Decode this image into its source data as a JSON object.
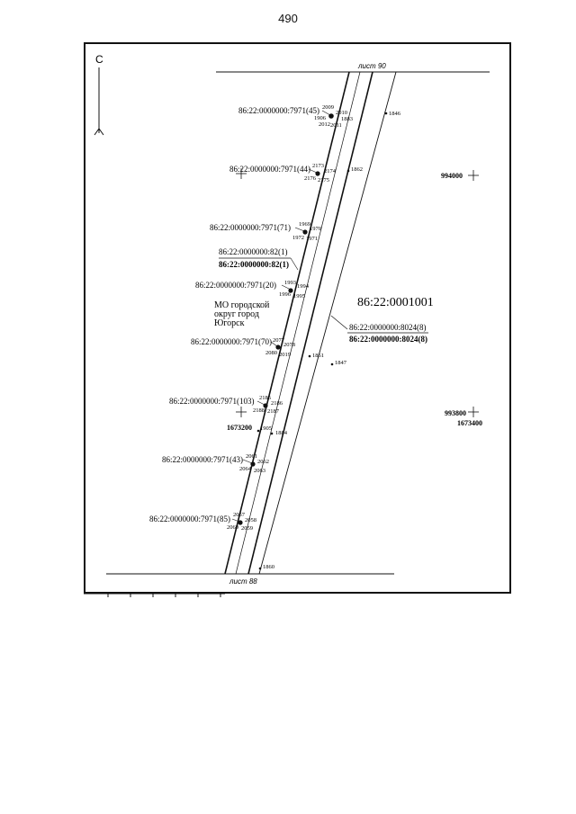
{
  "page_number": "490",
  "north": "С",
  "sheet_top": "лист 90",
  "sheet_bottom": "лист 88",
  "block_number": "86:22:0001001",
  "municipality": [
    "МО городской",
    "округ город",
    "Югорск"
  ],
  "parcels": [
    "86:22:0000000:7971(45)",
    "86:22:0000000:7971(44)",
    "86:22:0000000:7971(71)",
    "86:22:0000000:7971(20)",
    "86:22:0000000:7971(70)",
    "86:22:0000000:7971(103)",
    "86:22:0000000:7971(43)",
    "86:22:0000000:7971(85)"
  ],
  "parcel_82": {
    "top": "86:22:0000000:82(1)",
    "bottom": "86:22:0000000:82(1)"
  },
  "parcel_8024": {
    "top": "86:22:0000000:8024(8)",
    "bottom": "86:22:0000000:8024(8)"
  },
  "coords": {
    "c994000": "994000",
    "c993800": "993800",
    "c1673400": "1673400",
    "c1673200": "1673200"
  },
  "points": {
    "p2009": "2009",
    "p2010": "2010",
    "p1906": "1906",
    "p1883": "1883",
    "p2012": "2012",
    "p2011": "2011",
    "p1846": "1846",
    "p2173": "2173",
    "p2174": "2174",
    "p2176": "2176",
    "p2175": "2175",
    "p1862": "1862",
    "p1969": "1969",
    "p1970": "1970",
    "p1972": "1972",
    "p1971": "1971",
    "p1993": "1993",
    "p1994": "1994",
    "p1996": "1996",
    "p1995": "1995",
    "p2077": "2077",
    "p2078": "2078",
    "p2080": "2080",
    "p2019": "2019",
    "p1861": "1861",
    "p1847": "1847",
    "p2185": "2185",
    "p2186": "2186",
    "p2188": "2188",
    "p2187": "2187",
    "p1905": "1905",
    "p1884": "1884",
    "p2061": "2061",
    "p2062": "2062",
    "p2064": "2064",
    "p2063": "2063",
    "p2057": "2057",
    "p2058": "2058",
    "p2060": "2060",
    "p2059": "2059",
    "p1860": "1860"
  }
}
